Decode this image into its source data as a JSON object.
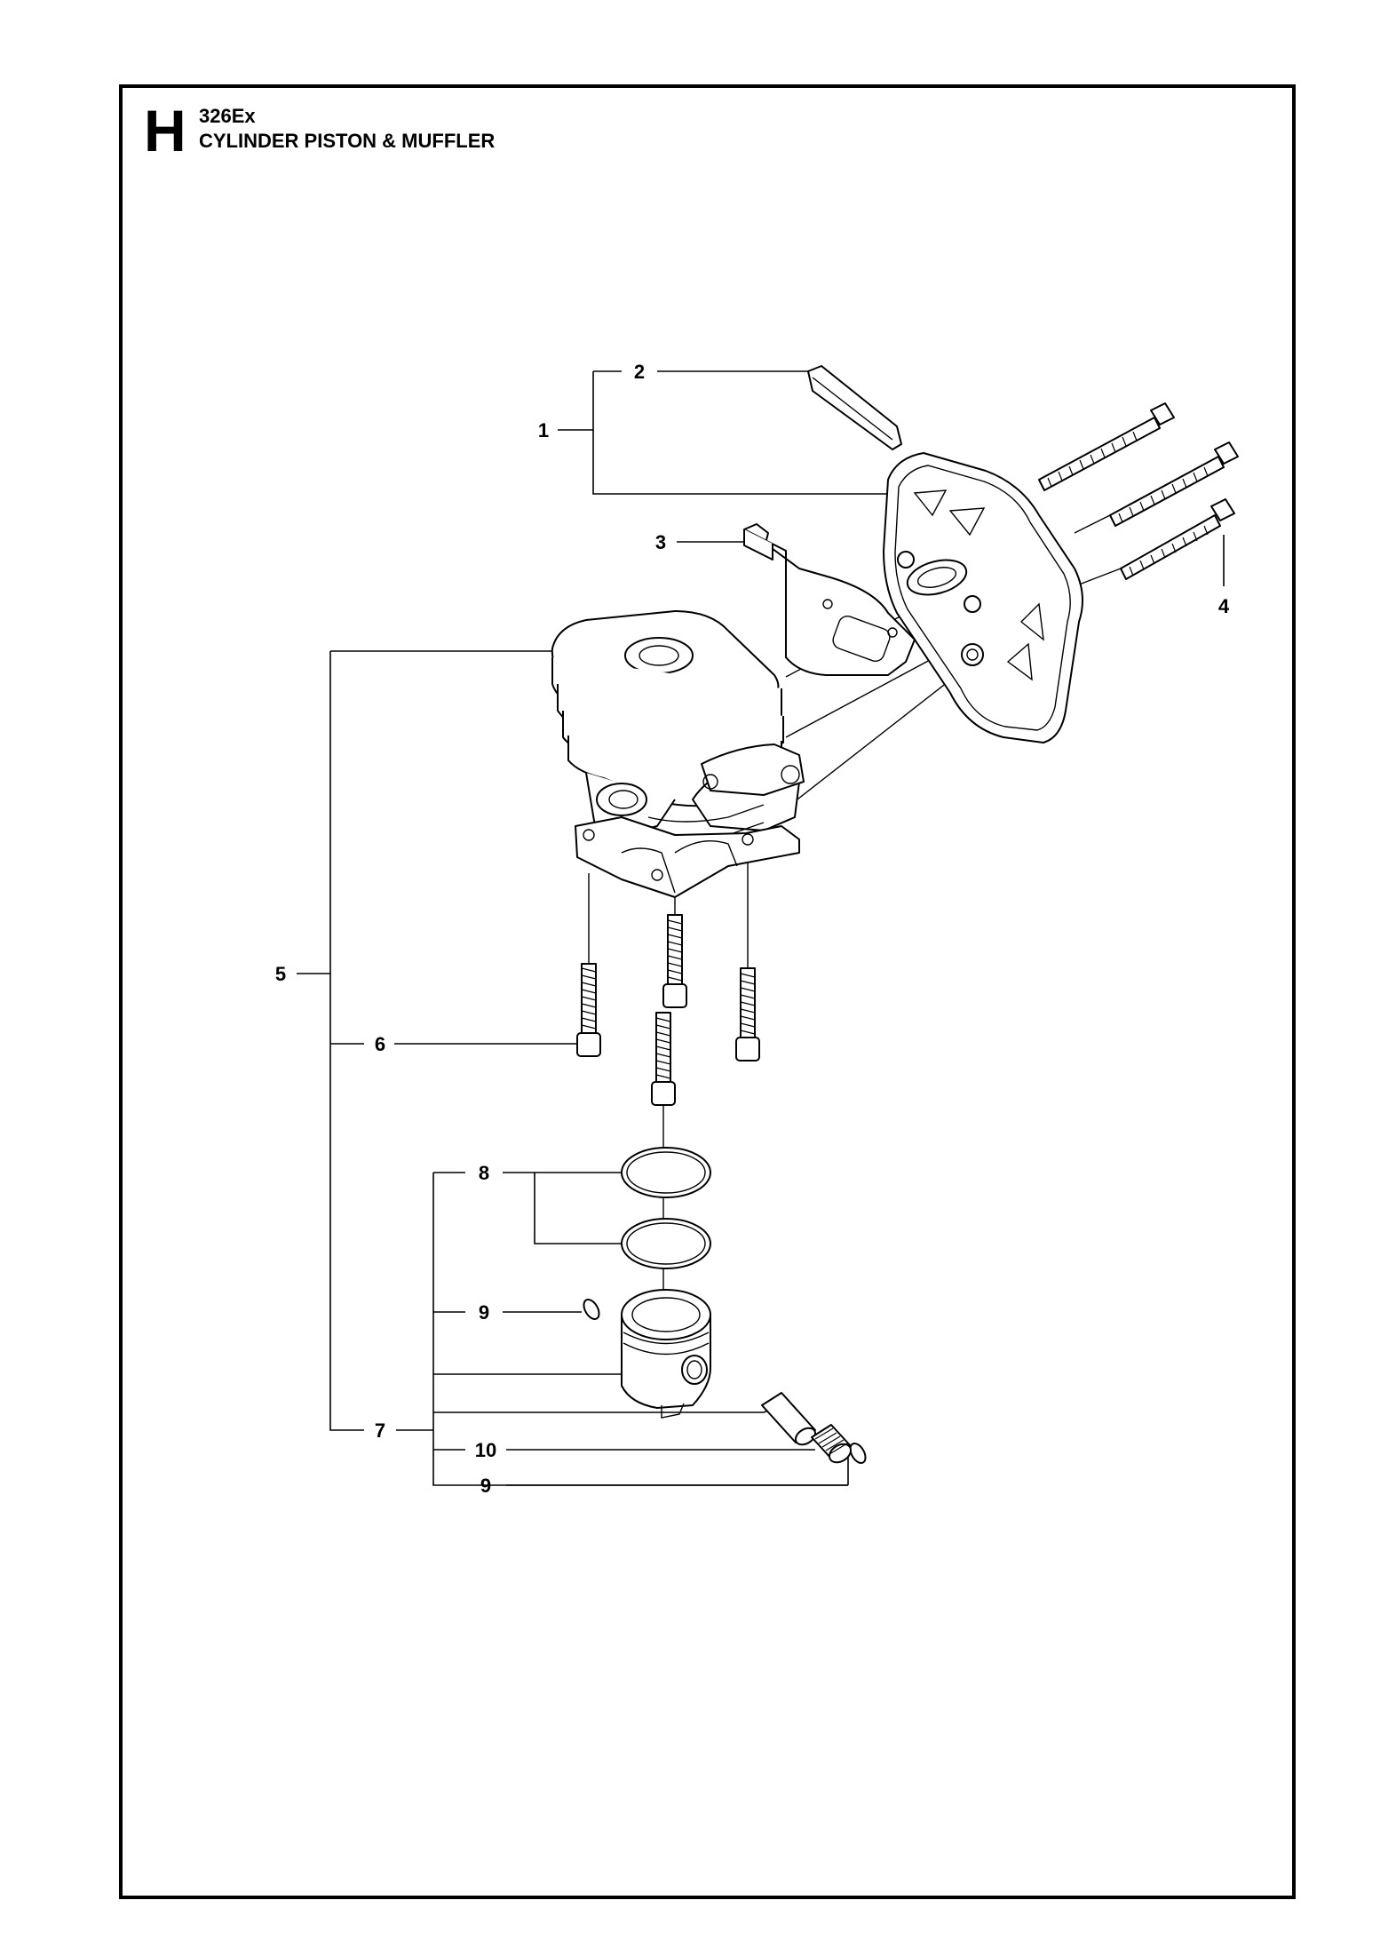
{
  "header": {
    "section_letter": "H",
    "model": "326Ex",
    "title": "CYLINDER PISTON & MUFFLER"
  },
  "callouts": [
    {
      "id": "c1",
      "number": "1"
    },
    {
      "id": "c2",
      "number": "2"
    },
    {
      "id": "c3",
      "number": "3"
    },
    {
      "id": "c4",
      "number": "4"
    },
    {
      "id": "c5",
      "number": "5"
    },
    {
      "id": "c6",
      "number": "6"
    },
    {
      "id": "c7",
      "number": "7"
    },
    {
      "id": "c8",
      "number": "8"
    },
    {
      "id": "c9a",
      "number": "9"
    },
    {
      "id": "c10",
      "number": "10"
    },
    {
      "id": "c9b",
      "number": "9"
    }
  ]
}
